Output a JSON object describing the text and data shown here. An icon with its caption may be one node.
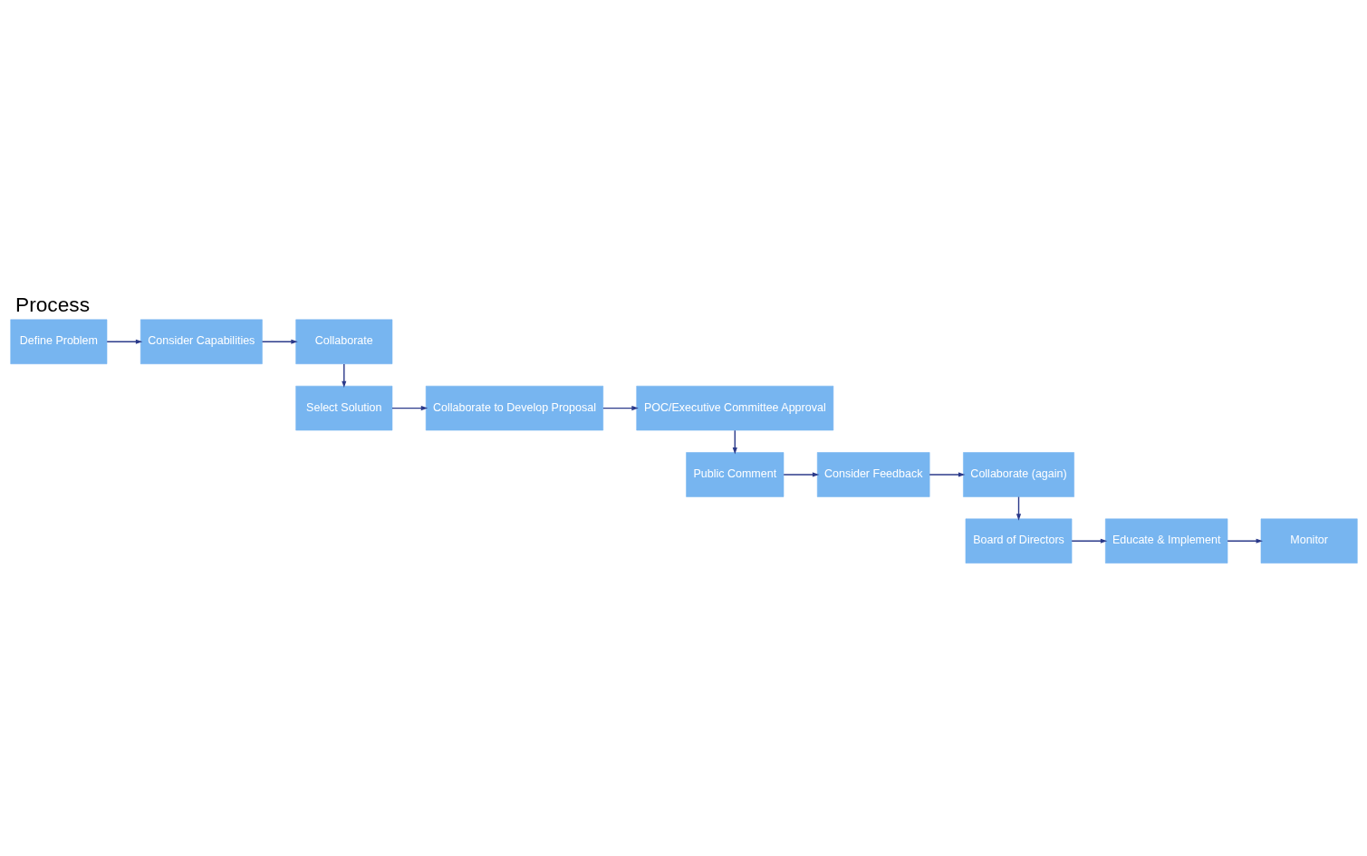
{
  "diagram": {
    "title": "Process",
    "nodes": [
      {
        "text": [
          "Define Problem"
        ]
      },
      {
        "text": [
          "Consider Capabilities"
        ]
      },
      {
        "text": [
          "Collaborate"
        ]
      },
      {
        "text": [
          "Select Solution"
        ]
      },
      {
        "text": [
          "Collaborate to Develop Proposal"
        ]
      },
      {
        "text": [
          "POC/Executive Committee Approval"
        ]
      },
      {
        "text": [
          "Public Comment"
        ]
      },
      {
        "text": [
          "Consider Feedback"
        ]
      },
      {
        "text": [
          "Collaborate (again)"
        ]
      },
      {
        "text": [
          "Board of Directors"
        ]
      },
      {
        "text": [
          "Educate & Implement"
        ]
      },
      {
        "text": [
          "Monitor"
        ]
      }
    ],
    "edges": [
      {
        "from": 0,
        "to": 1,
        "arrow": "to"
      },
      {
        "from": 1,
        "to": 2,
        "arrow": "to"
      },
      {
        "from": 2,
        "to": 3,
        "arrow": "to"
      },
      {
        "from": 3,
        "to": 4,
        "arrow": "to"
      },
      {
        "from": 4,
        "to": 5,
        "arrow": "to"
      },
      {
        "from": 5,
        "to": 6,
        "arrow": "to"
      },
      {
        "from": 6,
        "to": 7,
        "arrow": "to"
      },
      {
        "from": 7,
        "to": 8,
        "arrow": "to"
      },
      {
        "from": 8,
        "to": 9,
        "arrow": "to"
      },
      {
        "from": 9,
        "to": 10,
        "arrow": "to"
      },
      {
        "from": 10,
        "to": 11,
        "arrow": "to"
      }
    ]
  }
}
